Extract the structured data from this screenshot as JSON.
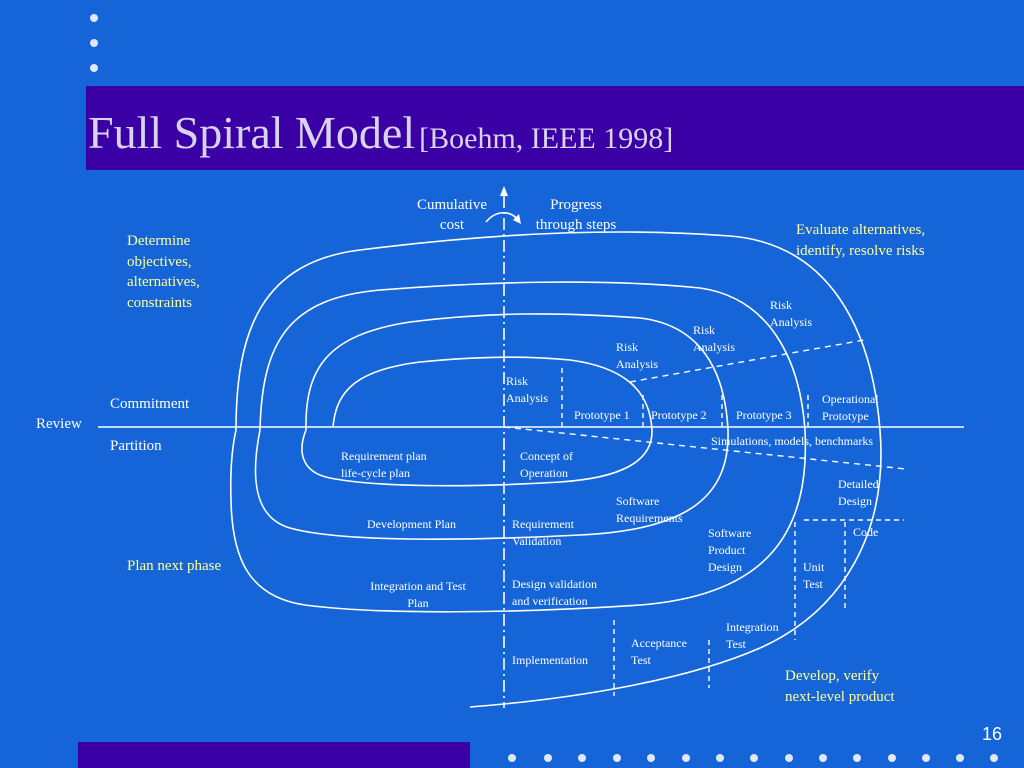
{
  "title": {
    "main": "Full Spiral Model",
    "citation": "[Boehm, IEEE 1998]"
  },
  "page_number": "16",
  "axis": {
    "cumulative_cost": "Cumulative\ncost",
    "progress": "Progress\nthrough steps"
  },
  "quadrants": {
    "determine": "Determine\nobjectives,\nalternatives,\nconstraints",
    "evaluate": "Evaluate alternatives,\nidentify, resolve risks",
    "plan": "Plan next phase",
    "develop": "Develop, verify\nnext-level product"
  },
  "side_labels": {
    "commitment": "Commitment",
    "review": "Review",
    "partition": "Partition"
  },
  "labels": {
    "risk1": "Risk\nAnalysis",
    "risk2": "Risk\nAnalysis",
    "risk3": "Risk\nAnalysis",
    "risk4": "Risk\nAnalysis",
    "proto1": "Prototype 1",
    "proto2": "Prototype 2",
    "proto3": "Prototype 3",
    "op_proto": "Operational\nPrototype",
    "simulations": "Simulations, models, benchmarks",
    "req_plan": "Requirement plan\nlife-cycle plan",
    "concept": "Concept of\nOperation",
    "sw_req": "Software\nRequirements",
    "dev_plan": "Development Plan",
    "req_valid": "Requirement\nValidation",
    "sw_prod_design": "Software\nProduct\nDesign",
    "detailed_design": "Detailed\nDesign",
    "code": "Code",
    "int_test_plan": "Integration and Test\nPlan",
    "design_valid": "Design validation\nand verification",
    "unit_test": "Unit\nTest",
    "integration_test": "Integration\nTest",
    "acceptance_test": "Acceptance\nTest",
    "implementation": "Implementation"
  },
  "colors": {
    "background": "#1565d8",
    "title_bar": "#3a00a6",
    "title_text": "#d9d3ee",
    "quadrant_text": "#ffff99",
    "lines": "#ffffff"
  }
}
